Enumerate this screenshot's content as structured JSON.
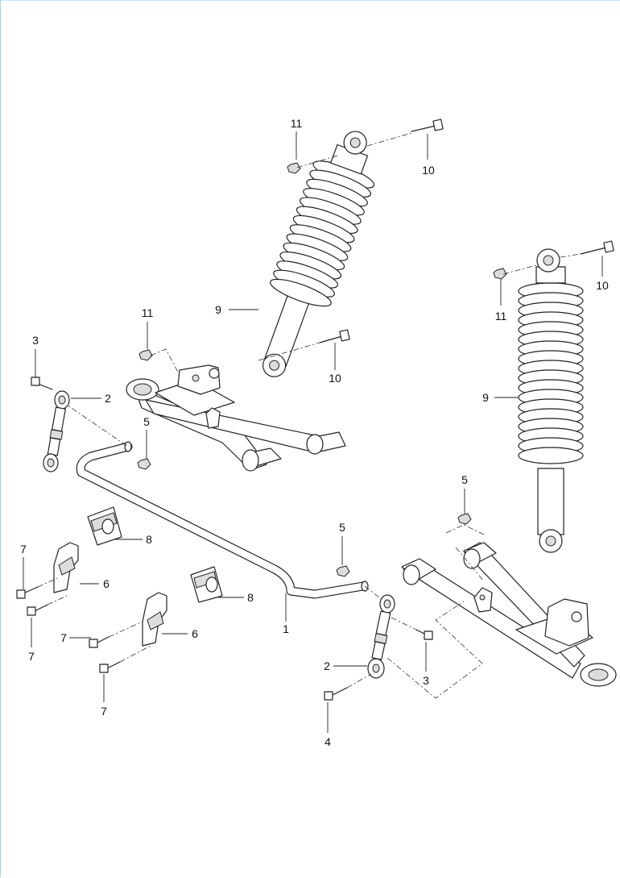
{
  "callouts": {
    "c11a": "11",
    "c10a": "10",
    "c9a": "9",
    "c11b": "11",
    "c10b": "10",
    "c3a": "3",
    "c2a": "2",
    "c5a": "5",
    "c11c": "11",
    "c10c": "10",
    "c9b": "9",
    "c5b": "5",
    "c5c": "5",
    "c7a": "7",
    "c6a": "6",
    "c8a": "8",
    "c7b": "7",
    "c8b": "8",
    "c7c": "7",
    "c6b": "6",
    "c1": "1",
    "c2b": "2",
    "c3b": "3",
    "c7d": "7",
    "c4": "4"
  },
  "icons": {
    "shock_absorber": "coil-over-shock-icon",
    "a_arm": "a-arm-icon",
    "stabilizer_bar": "stabilizer-bar-icon",
    "bolt": "bolt-icon",
    "nut": "nut-icon",
    "link": "stabilizer-link-icon",
    "bushing": "bushing-icon",
    "clamp": "clamp-bracket-icon"
  },
  "colors": {
    "line": "#222222",
    "frame": "#9fd3ef"
  }
}
